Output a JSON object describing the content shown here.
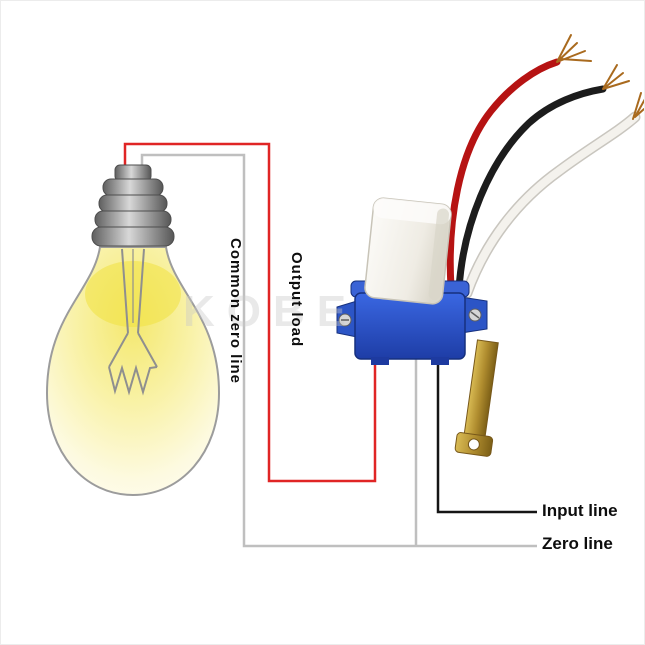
{
  "labels": {
    "common_zero_line": "Common zero line",
    "output_load": "Output load",
    "input_line": "Input line",
    "zero_line": "Zero line"
  },
  "watermark": "KOBE",
  "components": {
    "bulb": "incandescent-light-bulb",
    "switch": "photocell-auto-switch",
    "bracket": "metal-mounting-bracket"
  },
  "colors": {
    "output_line_red": "#e02525",
    "zero_line_gray": "#bfbfbf",
    "input_line_black": "#151515",
    "red_wire": "#b61313",
    "black_wire": "#1c1c1c",
    "white_wire": "#f4f2ed",
    "copper": "#a96a1e",
    "switch_body_blue": "#2a52c8",
    "sensor_head_white": "#f1efe9",
    "bracket_brass": "#b08d2f",
    "bulb_glow_yellow": "#f0e140"
  }
}
